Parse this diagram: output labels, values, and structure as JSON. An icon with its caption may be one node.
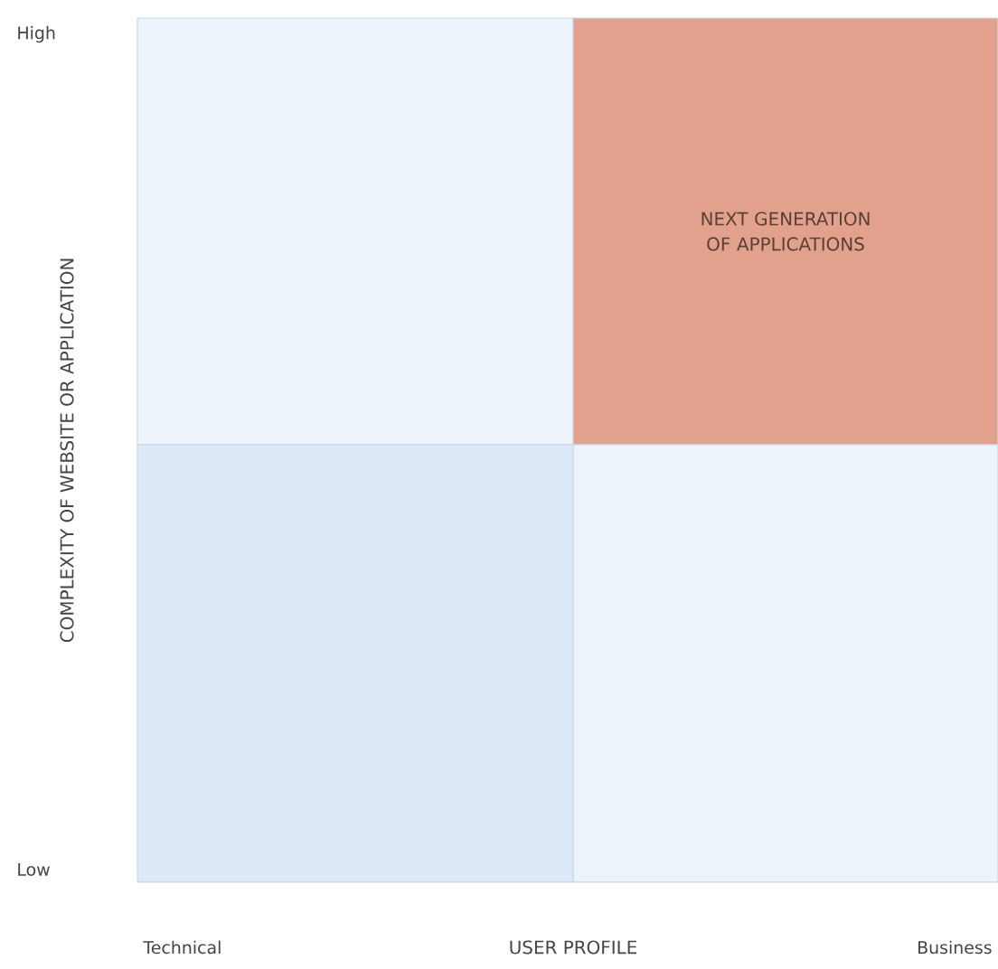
{
  "diagram": {
    "nodes": [
      {
        "text": [],
        "shape": "box"
      },
      {
        "text": [
          "NEXT GENERATION OF APPLICATIONS"
        ]
      },
      {
        "text": [],
        "shape": "box"
      },
      {
        "text": [],
        "shape": "box"
      }
    ],
    "labels": [
      "High",
      "COMPLEXITY OF WEBSITE OR APPLICATION",
      "Low",
      "Technical",
      "USER PROFILE",
      "Business"
    ]
  }
}
